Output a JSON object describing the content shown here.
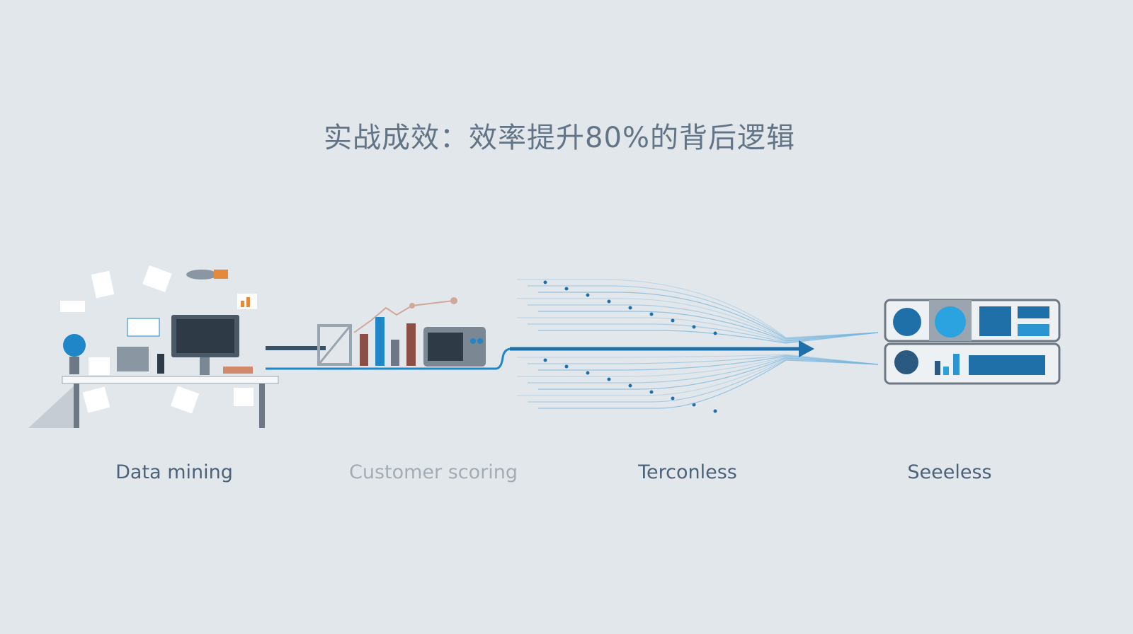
{
  "title": "实战成效：效率提升80%的背后逻辑",
  "stages": [
    {
      "label": "Data mining"
    },
    {
      "label": "Customer scoring"
    },
    {
      "label": "Terconless"
    },
    {
      "label": "Seeeless"
    }
  ],
  "colors": {
    "accent": "#1f86c8",
    "dark": "#3a5268",
    "bar_brown": "#8b4f45",
    "background": "#e2e7ec"
  }
}
